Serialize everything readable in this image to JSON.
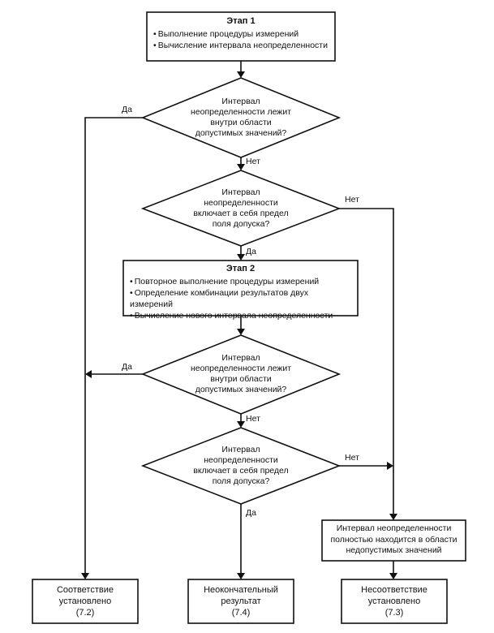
{
  "stage1": {
    "title": "Этап 1",
    "items": [
      "Выполнение процедуры измерений",
      "Вычисление интервала неопределенности"
    ]
  },
  "decision1": {
    "lines": [
      "Интервал",
      "неопределенности лежит",
      "внутри области",
      "допустимых значений?"
    ]
  },
  "decision2": {
    "lines": [
      "Интервал",
      "неопределенности",
      "включает в себя предел",
      "поля допуска?"
    ]
  },
  "stage2": {
    "title": "Этап 2",
    "items": [
      "Повторное выполнение процедуры измерений",
      "Определение комбинации результатов двух измерений",
      "Вычисление нового интервала неопределенности"
    ]
  },
  "decision3": {
    "lines": [
      "Интервал",
      "неопределенности лежит",
      "внутри области",
      "допустимых значений?"
    ]
  },
  "decision4": {
    "lines": [
      "Интервал",
      "неопределенности",
      "включает в себя предел",
      "поля допуска?"
    ]
  },
  "outside_box": {
    "lines": [
      "Интервал неопределенности",
      "полностью находится в области",
      "недопустимых значений"
    ]
  },
  "result_conform": {
    "lines": [
      "Соответствие",
      "установлено",
      "(7.2)"
    ]
  },
  "result_inconclusive": {
    "lines": [
      "Неокончательный",
      "результат",
      "(7.4)"
    ]
  },
  "result_nonconform": {
    "lines": [
      "Несоответствие",
      "установлено",
      "(7.3)"
    ]
  },
  "labels": {
    "yes": "Да",
    "no": "Нет"
  }
}
